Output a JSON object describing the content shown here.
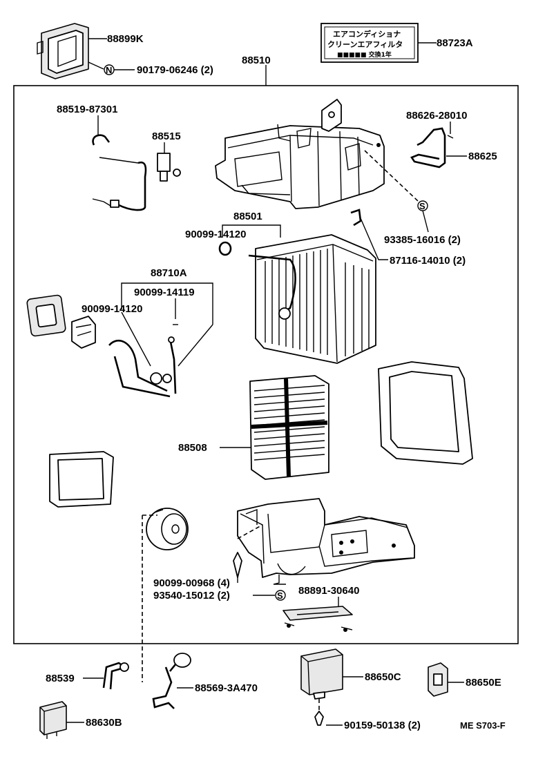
{
  "parts": {
    "p88899K": "88899K",
    "p90179": "90179-06246 (2)",
    "p88723A": "88723A",
    "p88510": "88510",
    "p88519": "88519-87301",
    "p88515": "88515",
    "p88626": "88626-28010",
    "p88625": "88625",
    "p88501": "88501",
    "p90099_14120_a": "90099-14120",
    "p93385": "93385-16016 (2)",
    "p87116": "87116-14010 (2)",
    "p88710A": "88710A",
    "p90099_14119": "90099-14119",
    "p90099_14120_b": "90099-14120",
    "p88508": "88508",
    "p90099_00968": "90099-00968 (4)",
    "p93540": "93540-15012 (2)",
    "p88891": "88891-30640",
    "p88539": "88539",
    "p88569": "88569-3A470",
    "p88650C": "88650C",
    "p88650E": "88650E",
    "p88630B": "88630B",
    "p90159": "90159-50138 (2)",
    "ref": "ME S703-F"
  },
  "label_plate": {
    "line1": "エアコンディショナ",
    "line2": "クリーンエアフィルタ",
    "line3": "■■■■■ 交換1年"
  },
  "markers": {
    "n": "N",
    "s1": "S",
    "s2": "S"
  }
}
